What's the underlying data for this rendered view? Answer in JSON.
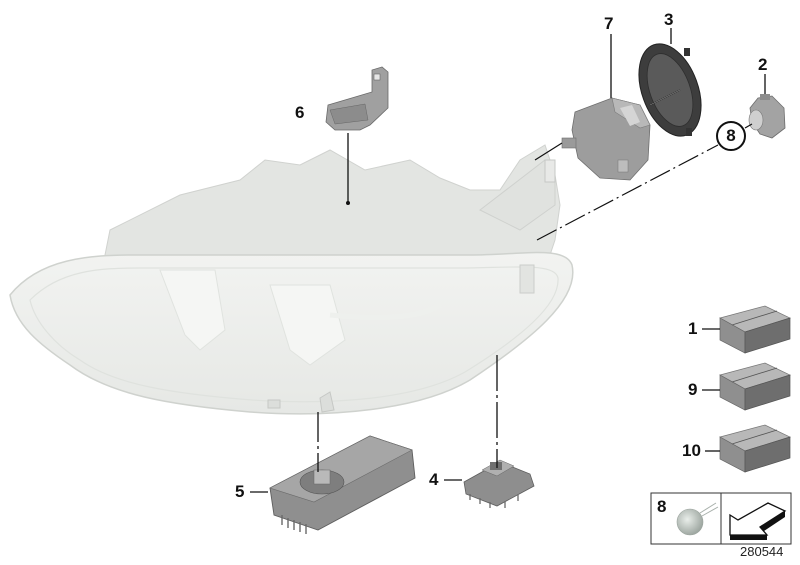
{
  "diagram": {
    "type": "exploded parts diagram",
    "subject": "headlight assembly",
    "diagram_id": "280544"
  },
  "callouts": [
    {
      "id": "1",
      "label": "1",
      "part": "boxed part (kit)"
    },
    {
      "id": "2",
      "label": "2",
      "part": "bulb socket / igniter"
    },
    {
      "id": "3",
      "label": "3",
      "part": "cover cap"
    },
    {
      "id": "4",
      "label": "4",
      "part": "control unit (small module)"
    },
    {
      "id": "5",
      "label": "5",
      "part": "ballast / control unit"
    },
    {
      "id": "6",
      "label": "6",
      "part": "mounting bracket"
    },
    {
      "id": "7",
      "label": "7",
      "part": "adaptive light module / actuator"
    },
    {
      "id": "8",
      "label": "8",
      "part": "bulb",
      "circled": true
    },
    {
      "id": "9",
      "label": "9",
      "part": "boxed part (kit)"
    },
    {
      "id": "10",
      "label": "10",
      "part": "boxed part (kit)"
    }
  ],
  "legend": {
    "bulb_label": "8",
    "arrow_icon": "arrow-down-left-icon"
  },
  "colors": {
    "lens": "#eef0ee",
    "housing": "#dcdedc",
    "part_gray": "#8e8e8e",
    "part_dark": "#3a3a3a",
    "box_top": "#b5b5b5",
    "box_front": "#8a8a8a",
    "box_side": "#6d6d6d",
    "line": "#111111"
  }
}
